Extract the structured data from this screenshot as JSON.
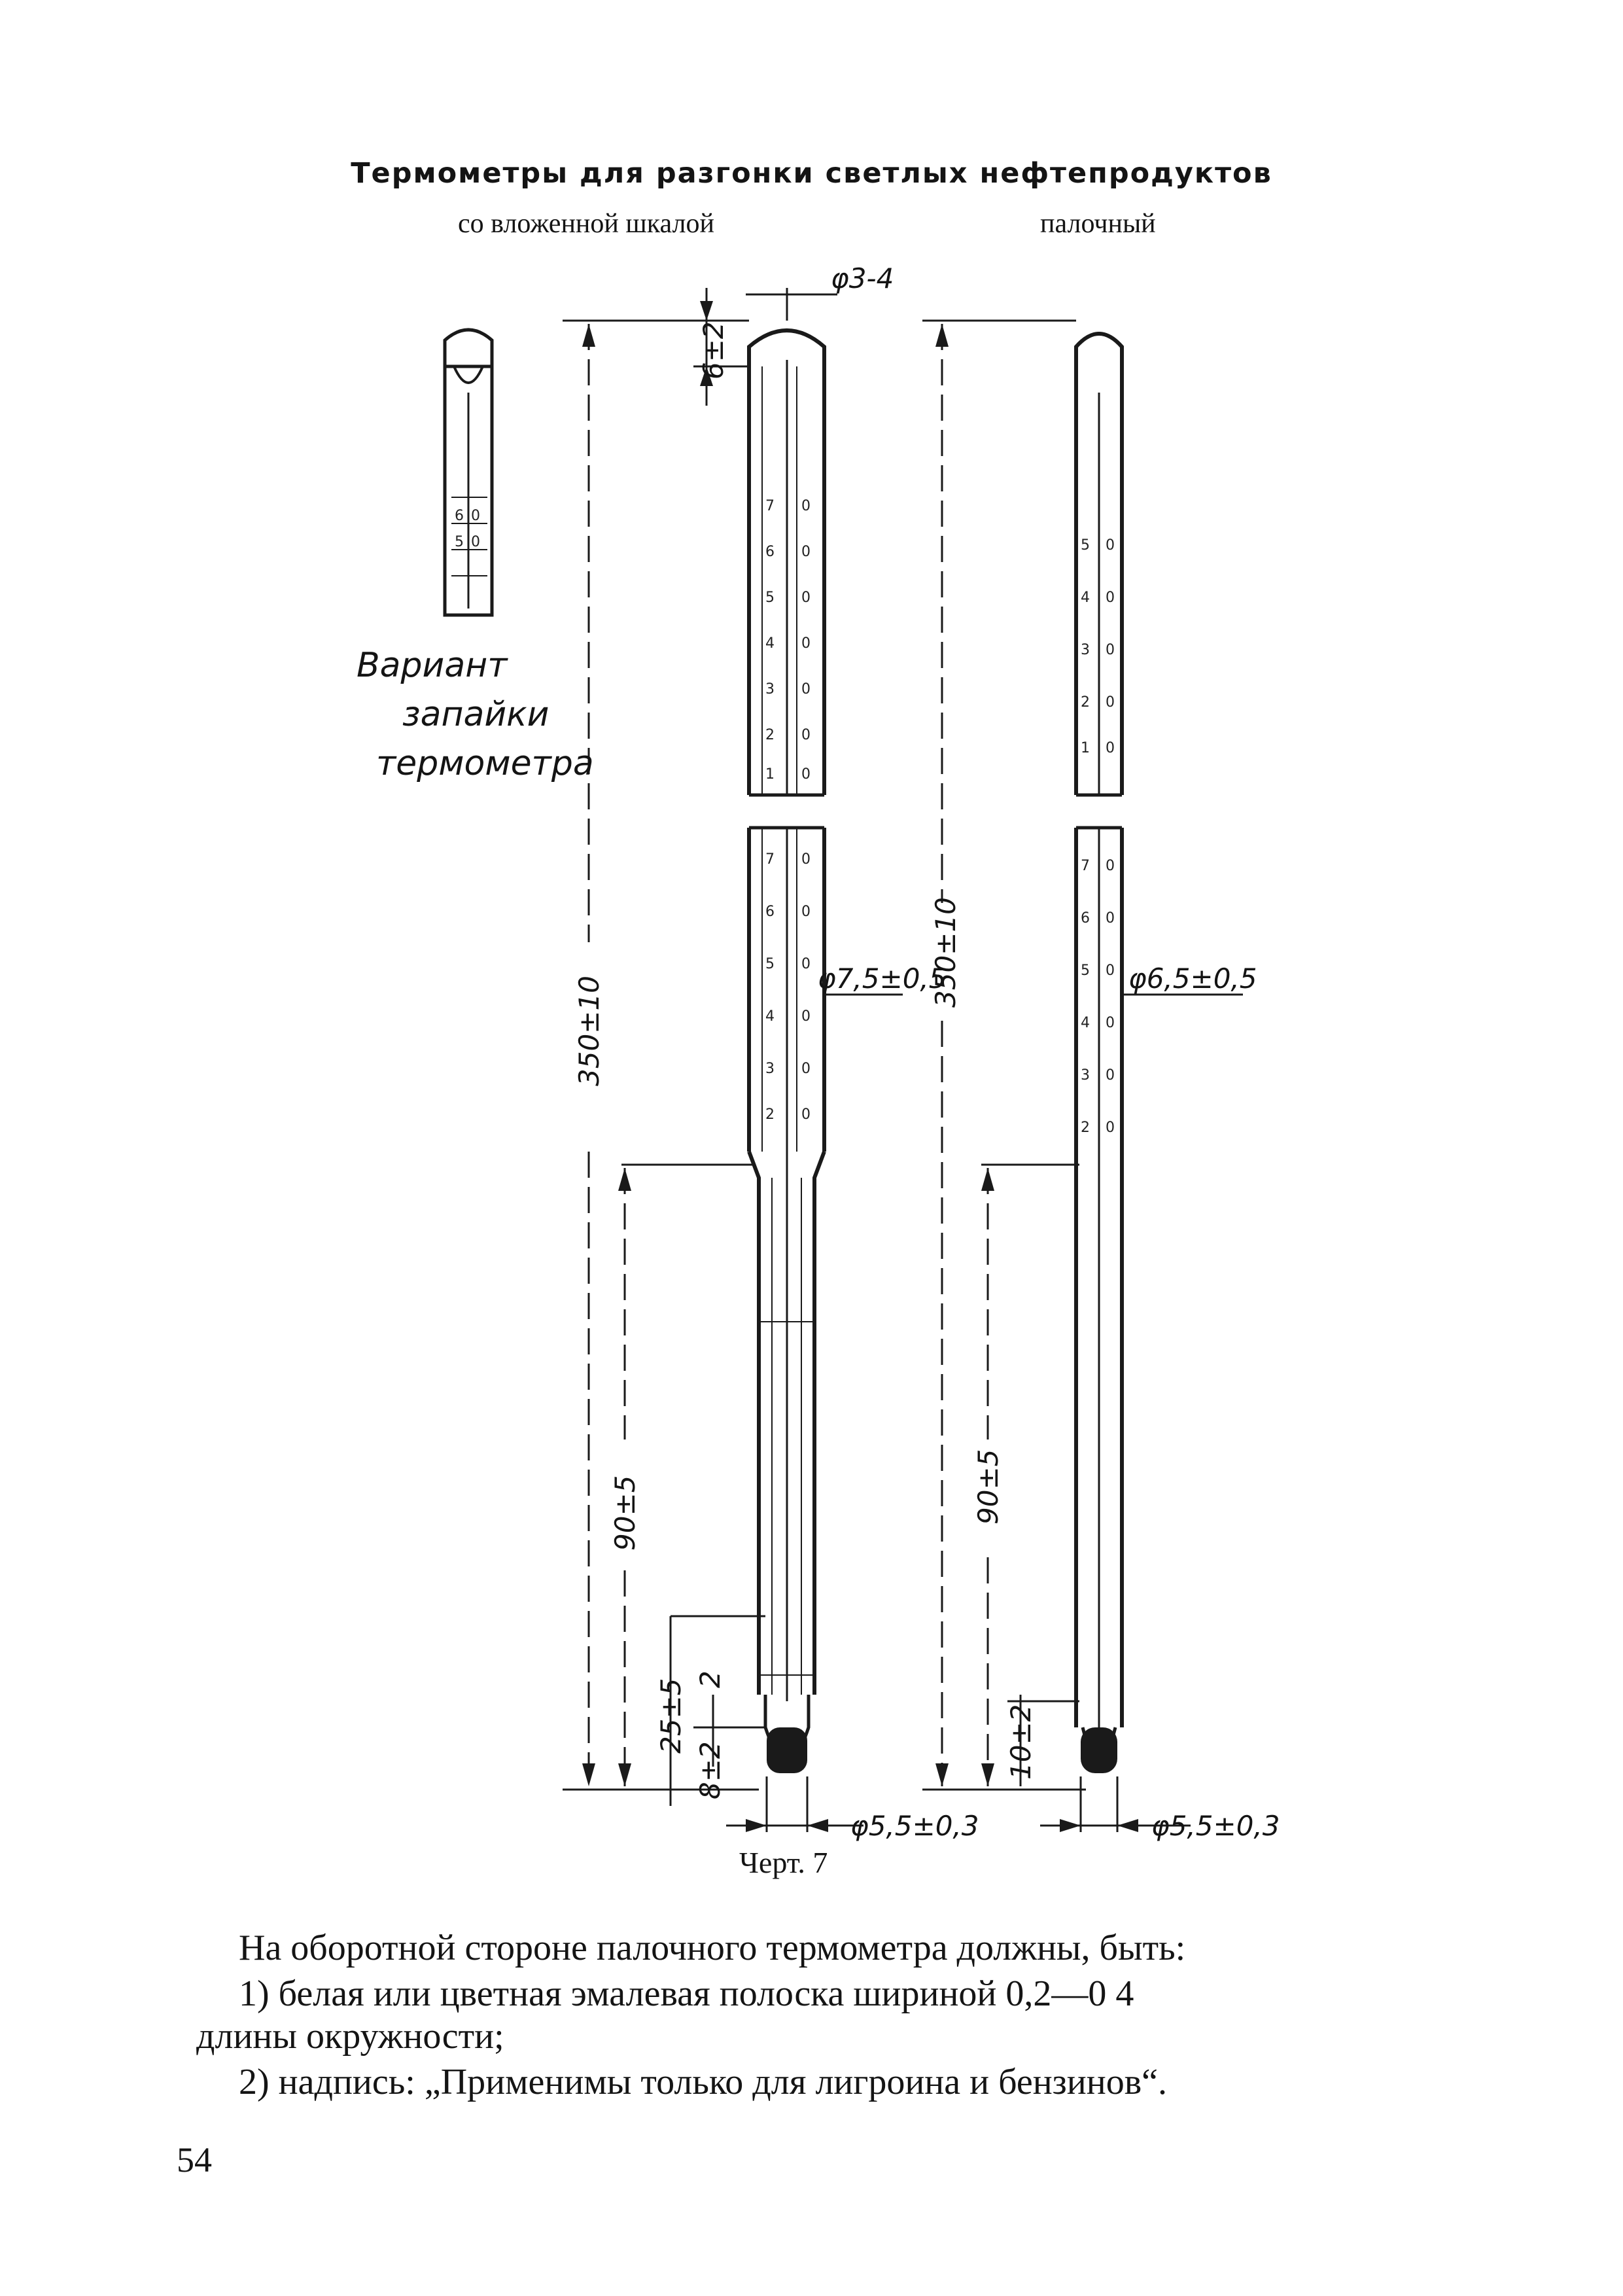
{
  "title": "Термометры для разгонки светлых нефтепродуктов",
  "subtitle_left": "со вложенной шкалой",
  "subtitle_right": "палочный",
  "variant_label": [
    "Вариант",
    "запайки",
    "термометра"
  ],
  "dimensions": {
    "top_dia": "φ3-4",
    "cap_height": "6±2",
    "length_left": "350±10",
    "length_right": "350±10",
    "dia_left": "φ7,5±0,5",
    "dia_right": "φ6,5±0,5",
    "immersion_left": "90±5",
    "immersion_right": "90±5",
    "bulb_length_left": "25±5",
    "bulb_gap_left": "2",
    "bulb_height_left": "8±2",
    "bulb_height_right": "10±2",
    "bulb_dia_left": "φ5,5±0,3",
    "bulb_dia_right": "φ5,5±0,3"
  },
  "scale_digits": [
    "7",
    "6",
    "5",
    "4",
    "3",
    "2",
    "1",
    "0"
  ],
  "caption": "Черт. 7",
  "notes": [
    "На оборотной стороне палочного термометра должны, быть:",
    "1) белая или цветная эмалевая полоска шириной 0,2—0 4",
    "длины окружности;",
    "2) надпись: „Применимы только для лигроина и бензинов“."
  ],
  "page_number": "54"
}
